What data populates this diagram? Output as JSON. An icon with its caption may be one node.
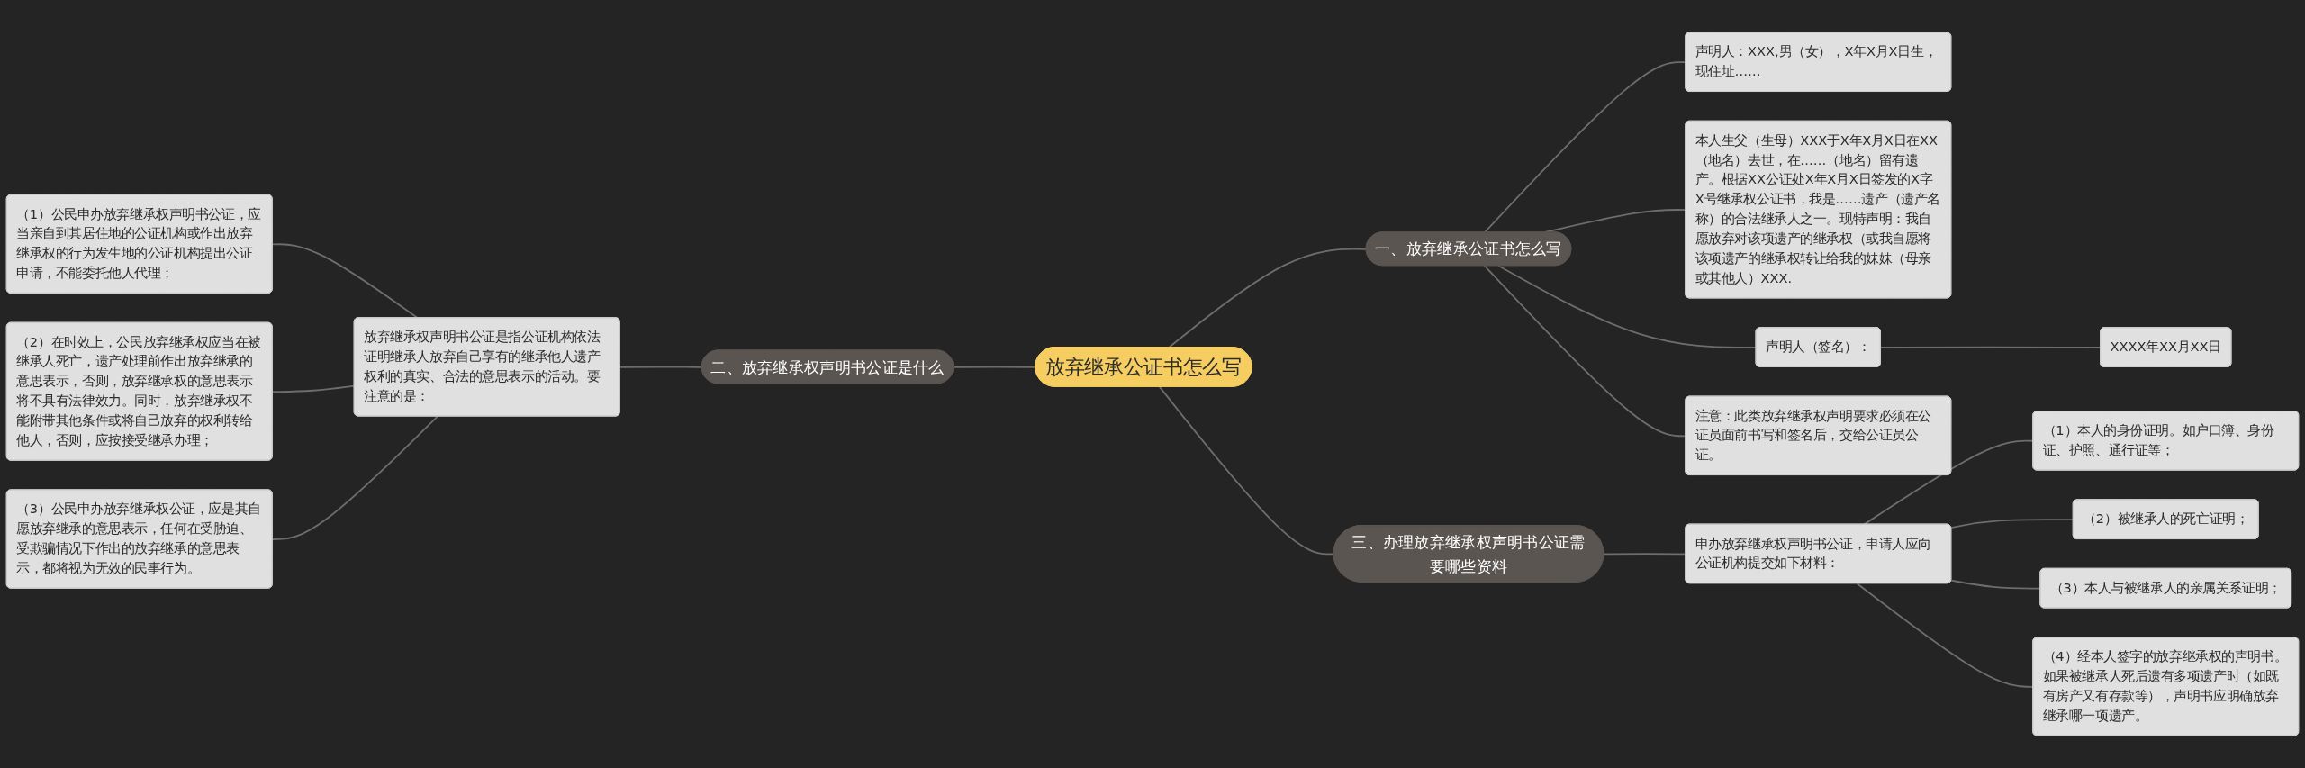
{
  "diagram": {
    "nodes": [
      {
        "text": [
          "放弃继承公证书怎么写"
        ]
      },
      {
        "text": [
          "一、放弃继承公证书怎么写"
        ]
      },
      {
        "text": [
          "声明人：XXX,男（女），X年X月X日生，现住址……"
        ]
      },
      {
        "text": [
          "本人生父（生母）XXX于X年X月X日在XX（地名）去世，在……（地名）留有遗产。根据XX公证处X年X月X日签发的X字X号继承权公证书，我是……遗产（遗产名称）的合法继承人之一。现特声明：我自愿放弃对该项遗产的继承权（或我自愿将该项遗产的继承权转让给我的妹妹（母亲或其他人）XXX."
        ]
      },
      {
        "text": [
          "声明人（签名）："
        ]
      },
      {
        "text": [
          "XXXX年XX月XX日"
        ]
      },
      {
        "text": [
          "注意：此类放弃继承权声明要求必须在公证员面前书写和签名后，交给公证员公证。"
        ]
      },
      {
        "text": [
          "二、放弃继承权声明书公证是什么"
        ]
      },
      {
        "text": [
          "放弃继承权声明书公证是指公证机构依法证明继承人放弃自己享有的继承他人遗产权利的真实、合法的意思表示的活动。要注意的是："
        ]
      },
      {
        "text": [
          "（1）公民申办放弃继承权声明书公证，应当亲自到其居住地的公证机构或作出放弃继承权的行为发生地的公证机构提出公证申请，不能委托他人代理；"
        ]
      },
      {
        "text": [
          "（2）在时效上，公民放弃继承权应当在被继承人死亡，遗产处理前作出放弃继承的意思表示，否则，放弃继承权的意思表示将不具有法律效力。同时，放弃继承权不能附带其他条件或将自己放弃的权利转给他人，否则，应按接受继承办理；"
        ]
      },
      {
        "text": [
          "（3）公民申办放弃继承权公证，应是其自愿放弃继承的意思表示，任何在受胁迫、受欺骗情况下作出的放弃继承的意思表示，都将视为无效的民事行为。"
        ]
      },
      {
        "text": [
          "三、办理放弃继承权声明书公证需要哪些资料"
        ]
      },
      {
        "text": [
          "申办放弃继承权声明书公证，申请人应向公证机构提交如下材料："
        ]
      },
      {
        "text": [
          "（1）本人的身份证明。如户口簿、身份证、护照、通行证等；"
        ]
      },
      {
        "text": [
          "（2）被继承人的死亡证明；"
        ]
      },
      {
        "text": [
          "（3）本人与被继承人的亲属关系证明；"
        ]
      },
      {
        "text": [
          "（4）经本人签字的放弃继承权的声明书。如果被继承人死后遗有多项遗产时（如既有房产又有存款等），声明书应明确放弃继承哪一项遗产。"
        ]
      }
    ],
    "edges": [
      {
        "from": 0,
        "to": 1,
        "arrow": "none"
      },
      {
        "from": 1,
        "to": 2,
        "arrow": "none"
      },
      {
        "from": 1,
        "to": 3,
        "arrow": "none"
      },
      {
        "from": 1,
        "to": 4,
        "arrow": "none"
      },
      {
        "from": 4,
        "to": 5,
        "arrow": "none"
      },
      {
        "from": 1,
        "to": 6,
        "arrow": "none"
      },
      {
        "from": 7,
        "to": 0,
        "arrow": "none"
      },
      {
        "from": 8,
        "to": 7,
        "arrow": "none"
      },
      {
        "from": 9,
        "to": 8,
        "arrow": "none"
      },
      {
        "from": 10,
        "to": 8,
        "arrow": "none"
      },
      {
        "from": 11,
        "to": 8,
        "arrow": "none"
      },
      {
        "from": 0,
        "to": 12,
        "arrow": "none"
      },
      {
        "from": 12,
        "to": 13,
        "arrow": "none"
      },
      {
        "from": 13,
        "to": 14,
        "arrow": "none"
      },
      {
        "from": 13,
        "to": 15,
        "arrow": "none"
      },
      {
        "from": 13,
        "to": 16,
        "arrow": "none"
      },
      {
        "from": 13,
        "to": 17,
        "arrow": "none"
      }
    ]
  }
}
